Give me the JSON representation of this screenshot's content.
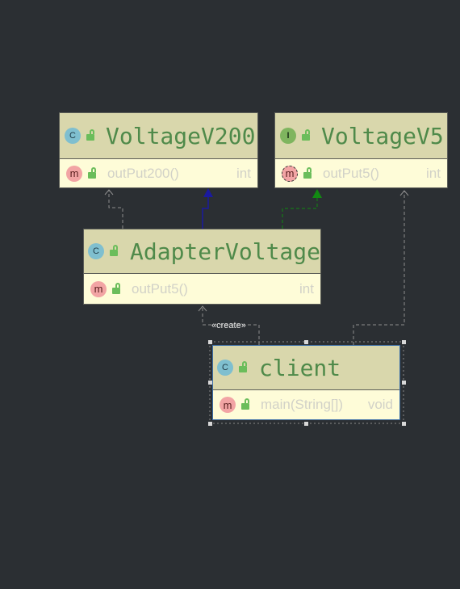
{
  "classes": {
    "voltage_v200": {
      "kind_badge": "C",
      "name": "VoltageV200",
      "method": {
        "badge": "m",
        "name": "outPut200()",
        "type": "int"
      }
    },
    "voltage_v5": {
      "kind_badge": "I",
      "name": "VoltageV5",
      "method": {
        "badge": "m",
        "name": "outPut5()",
        "type": "int"
      }
    },
    "adapter_voltage": {
      "kind_badge": "C",
      "name": "AdapterVoltage",
      "method": {
        "badge": "m",
        "name": "outPut5()",
        "type": "int"
      }
    },
    "client": {
      "kind_badge": "C",
      "name": "client",
      "method": {
        "badge": "m",
        "name": "main(String[])",
        "type": "void"
      }
    }
  },
  "relations": {
    "create_label": "«create»"
  },
  "colors": {
    "background": "#2b2f33",
    "header": "#d9d7ac",
    "body": "#fefcd8",
    "class_name": "#4f8a4a",
    "inheritance": "#1a1aa0",
    "realization": "#128a12",
    "dependency": "#9a9a9a"
  }
}
